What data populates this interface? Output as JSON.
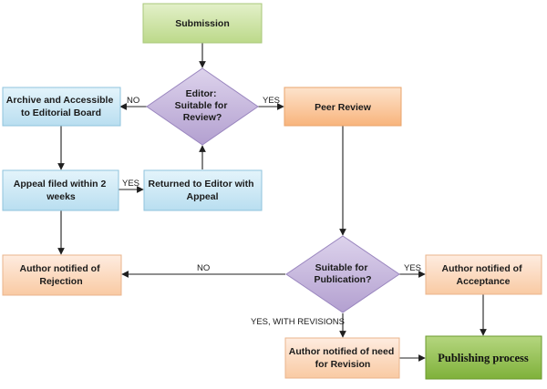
{
  "nodes": {
    "submission": {
      "label": [
        "Submission"
      ],
      "color": "#cfe3a7"
    },
    "editor_decision": {
      "label": [
        "Editor:",
        "Suitable for",
        "Review?"
      ],
      "color": "#c6b7dc"
    },
    "archive": {
      "label": [
        "Archive and Accessible",
        "to Editorial Board"
      ],
      "color": "#cfe9f4"
    },
    "peer_review": {
      "label": [
        "Peer Review"
      ],
      "color": "#fbcaa0"
    },
    "appeal_filed": {
      "label": [
        "Appeal filed within 2",
        "weeks"
      ],
      "color": "#cfe9f4"
    },
    "returned_to_editor": {
      "label": [
        "Returned to Editor with",
        "Appeal"
      ],
      "color": "#cfe9f4"
    },
    "rejection": {
      "label": [
        "Author notified of",
        "Rejection"
      ],
      "color": "#fbd9bd"
    },
    "publication_decision": {
      "label": [
        "Suitable for",
        "Publication?"
      ],
      "color": "#c6b7dc"
    },
    "acceptance": {
      "label": [
        "Author notified of",
        "Acceptance"
      ],
      "color": "#fbd9bd"
    },
    "revision": {
      "label": [
        "Author notified of need",
        "for Revision"
      ],
      "color": "#fbd9bd"
    },
    "publishing": {
      "label": [
        "Publishing process"
      ],
      "color": "#92c04e"
    }
  },
  "edge_labels": {
    "editor_no": "NO",
    "editor_yes": "YES",
    "appeal_yes": "YES",
    "publication_no": "NO",
    "publication_yes": "YES",
    "publication_revisions": "YES, WITH REVISIONS"
  }
}
